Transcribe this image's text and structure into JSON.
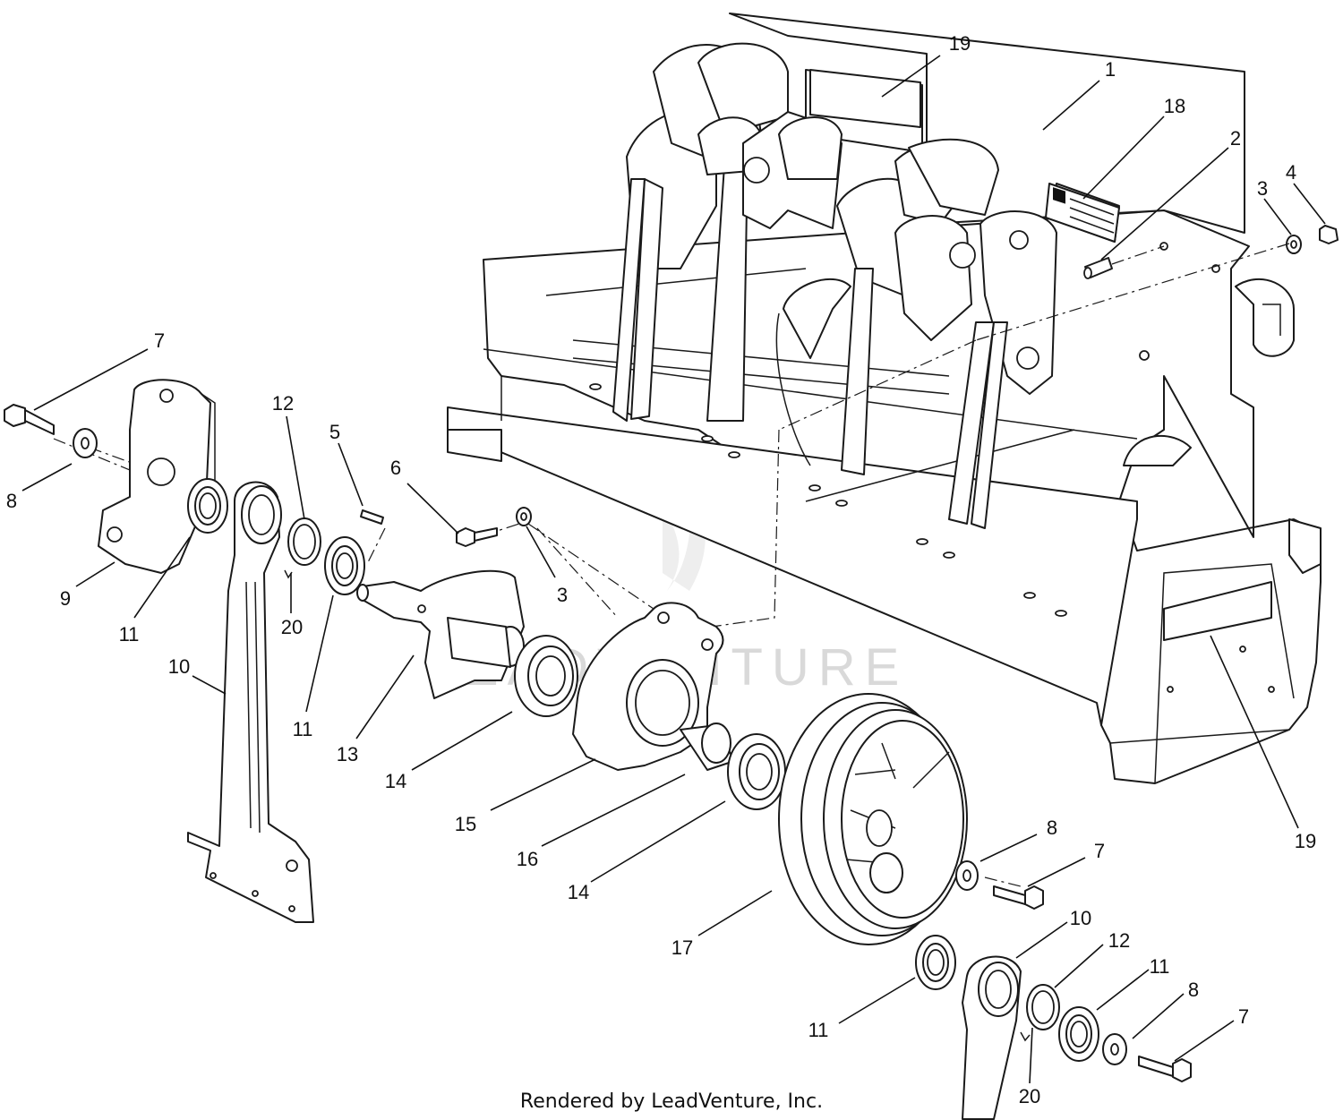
{
  "diagram": {
    "watermark": "LEADVENTURE",
    "footer": "Rendered by LeadVenture, Inc.",
    "callouts": [
      {
        "id": "c01",
        "label": "19"
      },
      {
        "id": "c02",
        "label": "1"
      },
      {
        "id": "c03",
        "label": "18"
      },
      {
        "id": "c04",
        "label": "2"
      },
      {
        "id": "c05",
        "label": "3"
      },
      {
        "id": "c06",
        "label": "4"
      },
      {
        "id": "c07",
        "label": "7"
      },
      {
        "id": "c08",
        "label": "8"
      },
      {
        "id": "c09",
        "label": "9"
      },
      {
        "id": "c10",
        "label": "11"
      },
      {
        "id": "c11",
        "label": "12"
      },
      {
        "id": "c12",
        "label": "20"
      },
      {
        "id": "c13",
        "label": "5"
      },
      {
        "id": "c14",
        "label": "6"
      },
      {
        "id": "c15",
        "label": "3"
      },
      {
        "id": "c16",
        "label": "10"
      },
      {
        "id": "c17",
        "label": "11"
      },
      {
        "id": "c18",
        "label": "13"
      },
      {
        "id": "c19",
        "label": "14"
      },
      {
        "id": "c20",
        "label": "15"
      },
      {
        "id": "c21",
        "label": "16"
      },
      {
        "id": "c22",
        "label": "14"
      },
      {
        "id": "c23",
        "label": "17"
      },
      {
        "id": "c24",
        "label": "8"
      },
      {
        "id": "c25",
        "label": "7"
      },
      {
        "id": "c26",
        "label": "10"
      },
      {
        "id": "c27",
        "label": "12"
      },
      {
        "id": "c28",
        "label": "11"
      },
      {
        "id": "c29",
        "label": "11"
      },
      {
        "id": "c30",
        "label": "8"
      },
      {
        "id": "c31",
        "label": "7"
      },
      {
        "id": "c32",
        "label": "20"
      },
      {
        "id": "c33",
        "label": "19"
      }
    ]
  }
}
